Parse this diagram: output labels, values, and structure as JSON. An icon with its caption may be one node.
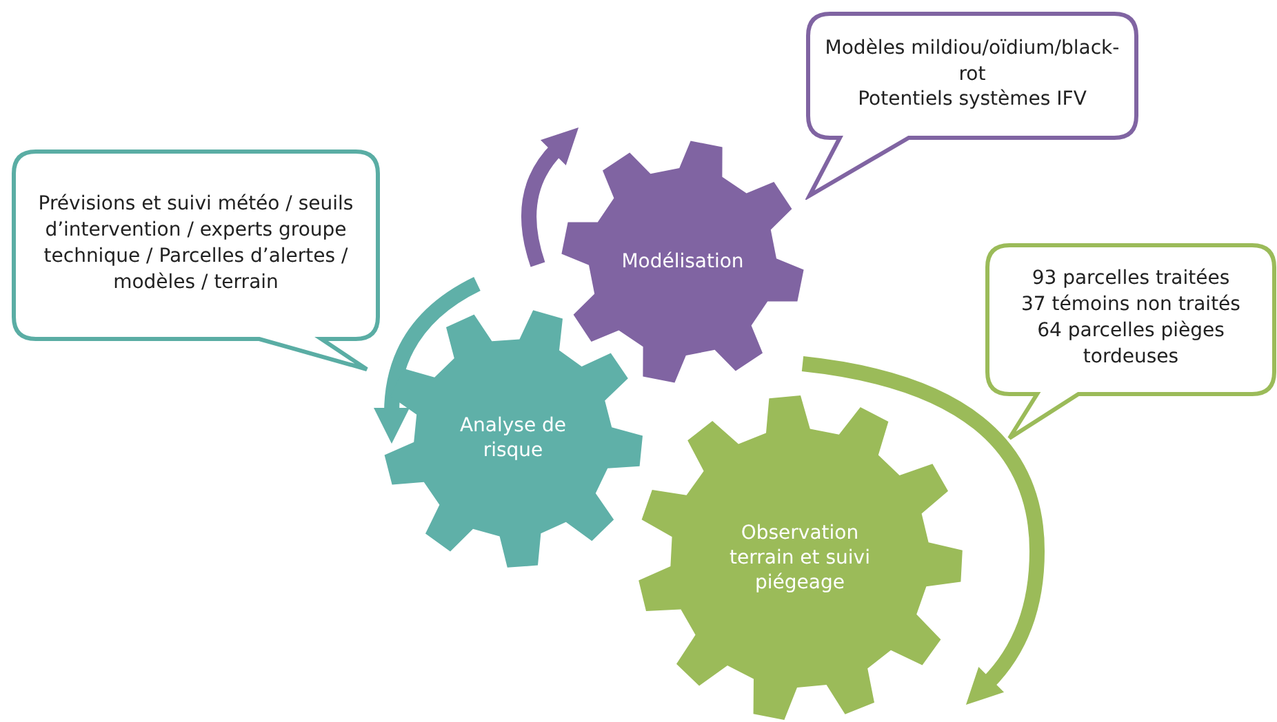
{
  "diagram": {
    "nodes": [
      {
        "text": [
          "Modèles mildiou/oïdium/black-rot",
          "Potentiels systèmes IFV"
        ]
      },
      {
        "text": [
          "Prévisions et suivi météo / seuils d’intervention / experts groupe technique / Parcelles d’alertes / modèles / terrain"
        ]
      },
      {
        "text": [
          "Modélisation"
        ]
      },
      {
        "text": [
          "93 parcelles traitées",
          "37 témoins non traités",
          "64 parcelles pièges tordeuses"
        ]
      },
      {
        "text": [
          "Analyse de risque"
        ]
      },
      {
        "text": [
          "Observation terrain et suivi piégeage"
        ]
      }
    ],
    "edges": []
  }
}
